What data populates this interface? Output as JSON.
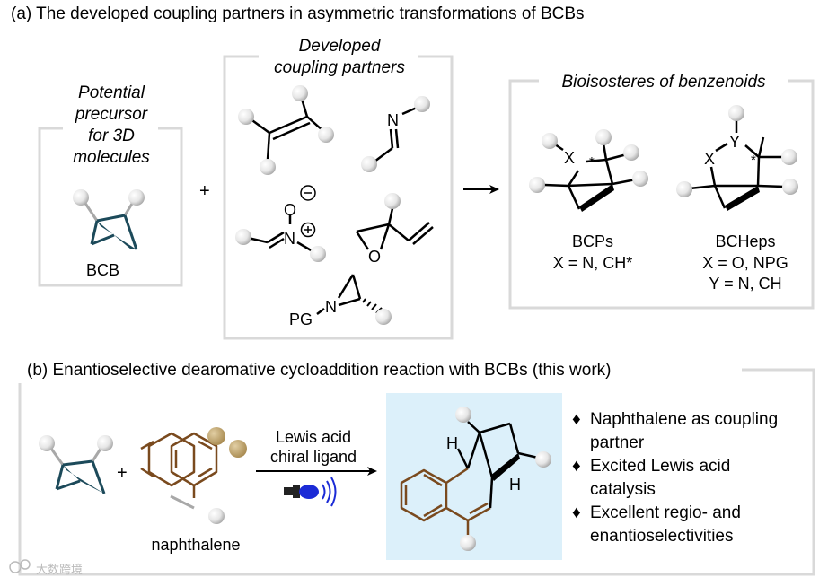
{
  "section_a": {
    "title": "(a) The developed coupling partners in asymmetric transformations of BCBs",
    "precursor_box": {
      "caption_lines": [
        "Potential",
        "precursor",
        "for 3D",
        "molecules"
      ],
      "compound_label": "BCB"
    },
    "plus": "+",
    "partners_box": {
      "caption_lines": [
        "Developed",
        "coupling partners"
      ],
      "atoms": {
        "N_imine": "N",
        "O_nitrone": "O",
        "N_nitrone": "N",
        "minus": "⊖",
        "plus": "⊕",
        "O_epoxide": "O",
        "N_aziridine": "N",
        "PG": "PG"
      }
    },
    "bioisostere_box": {
      "caption": "Bioisosteres of benzenoids",
      "bcp": {
        "name": "BCPs",
        "definition": "X = N, CH*",
        "atom_x": "X",
        "star": "*"
      },
      "bchep": {
        "name": "BCHeps",
        "definition_lines": [
          "X = O, NPG",
          "Y = N, CH"
        ],
        "atom_x": "X",
        "atom_y": "Y",
        "star": "*"
      }
    }
  },
  "section_b": {
    "title": "(b) Enantioselective dearomative cycloaddition reaction with BCBs (this work)",
    "plus": "+",
    "naphthalene_label": "naphthalene",
    "conditions": [
      "Lewis acid",
      "chiral ligand"
    ],
    "product_atoms": {
      "H1": "H",
      "H2": "H"
    },
    "bullets": [
      {
        "marker": "♦",
        "lines": [
          "Naphthalene as coupling",
          "partner"
        ]
      },
      {
        "marker": "♦",
        "lines": [
          "Excited Lewis acid",
          "catalysis"
        ]
      },
      {
        "marker": "♦",
        "lines": [
          "Excellent regio- and",
          "enantioselectivities"
        ]
      }
    ]
  },
  "watermark": "大数跨境",
  "colors": {
    "bcb_teal": "#1c4a5a",
    "naphthalene_brown": "#7a4a1e",
    "product_bg": "#dcf0fa",
    "box_gray": "#d9d9d9",
    "flashlight_blue": "#1b2bd6"
  }
}
